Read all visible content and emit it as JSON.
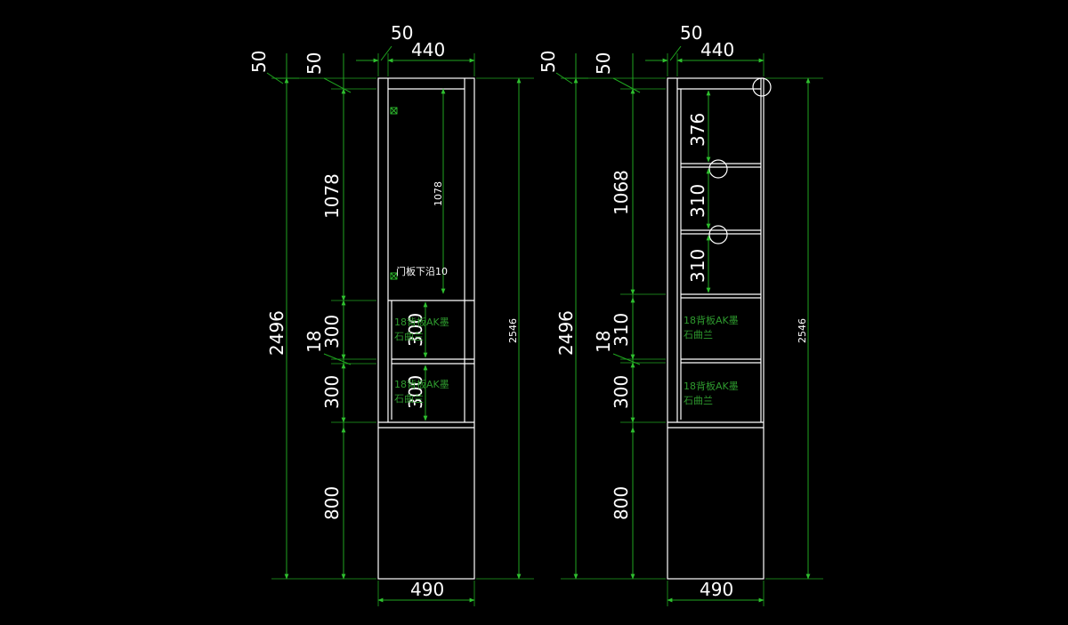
{
  "colors": {
    "background": "#000000",
    "cabinet_line": "#ffffff",
    "dimension_line": "#1fa51f",
    "note_text": "#2e9a2e",
    "label_text": "#ffffff"
  },
  "left_view": {
    "top_gap_outer": "50",
    "top_gap_inner": "50",
    "side_thickness": "50",
    "inner_width": "440",
    "total_height_left": "2496",
    "seg_upper": "1078",
    "seg_shelf1": "300",
    "seg_panel": "18",
    "seg_shelf2": "300",
    "seg_base": "800",
    "inner_upper": "1078",
    "inner_shelf1": "300",
    "inner_shelf2": "300",
    "note_door": "门板下沿10",
    "note_back1_line1": "18背板AK墨",
    "note_back1_line2": "石曲兰",
    "note_back2_line1": "18背板AK墨",
    "note_back2_line2": "石曲兰",
    "total_height_right": "2546",
    "bottom_width": "490"
  },
  "right_view": {
    "top_gap_outer": "50",
    "top_gap_inner": "50",
    "side_thickness": "50",
    "inner_width": "440",
    "total_height_left": "2496",
    "seg_upper": "1068",
    "seg_shelf1": "310",
    "seg_panel": "18",
    "seg_shelf2": "300",
    "seg_base": "800",
    "inner_a": "376",
    "inner_b": "310",
    "inner_c": "310",
    "note_back1_line1": "18背板AK墨",
    "note_back1_line2": "石曲兰",
    "note_back2_line1": "18背板AK墨",
    "note_back2_line2": "石曲兰",
    "total_height_right": "2546",
    "bottom_width": "490"
  }
}
